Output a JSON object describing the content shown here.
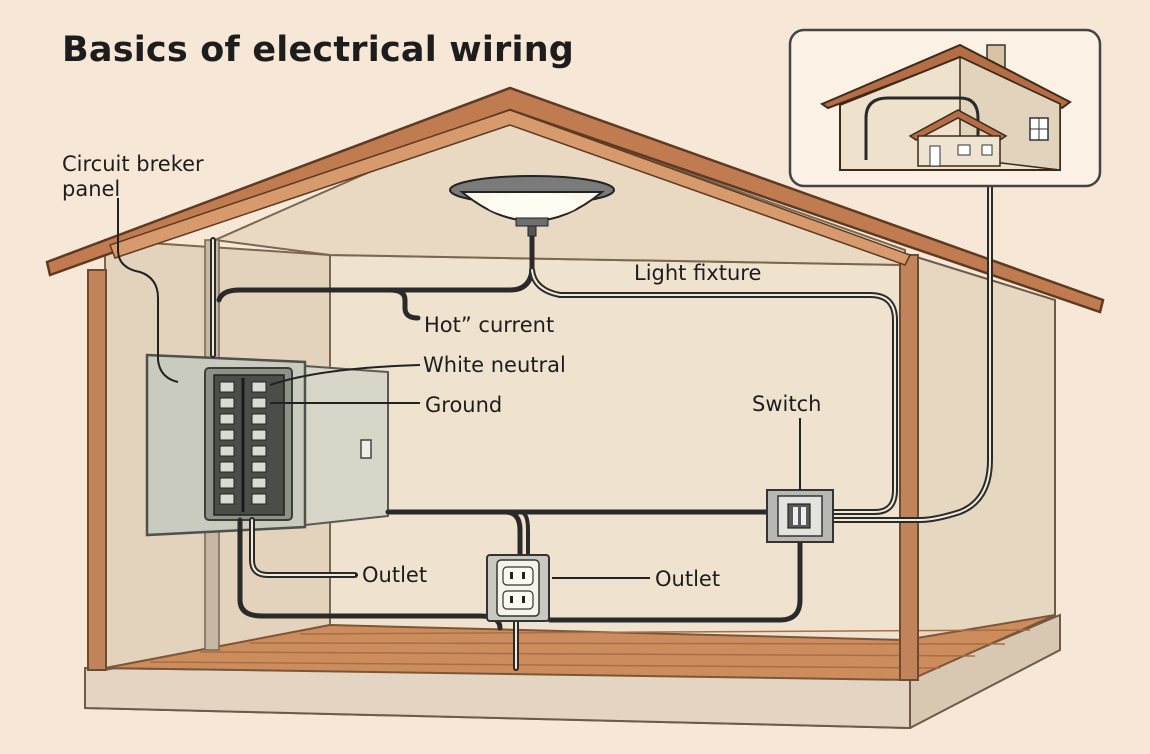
{
  "title": "Basics of electrical wiring",
  "labels": {
    "breaker_panel_line1": "Circuit breker",
    "breaker_panel_line2": "panel",
    "light_fixture": "Light fixture",
    "hot_current": "Hot” current",
    "white_neutral": "White neutral",
    "ground": "Ground",
    "switch": "Switch",
    "outlet_left": "Outlet",
    "outlet_right": "Outlet"
  },
  "colors": {
    "background": "#f7e7d6",
    "roof": "#b9794f",
    "wall": "#e9dac4",
    "floor": "#c9885a",
    "wire": "#2a2a2a",
    "panel": "#c9cbbf"
  }
}
